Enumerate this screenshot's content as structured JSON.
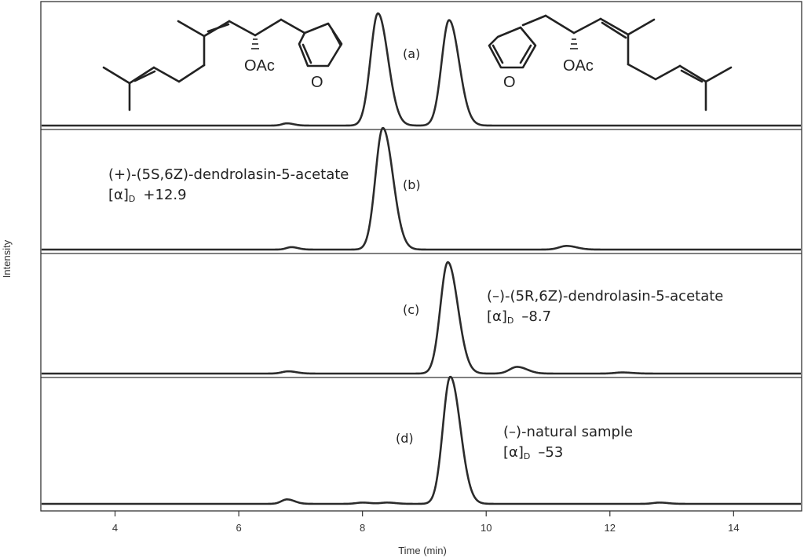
{
  "chart_data": {
    "type": "line",
    "xlabel": "Time (min)",
    "ylabel": "Intensity",
    "xlim": [
      2.8,
      15.1
    ],
    "xticks": [
      4,
      6,
      8,
      10,
      12,
      14
    ],
    "grid": false,
    "panels": [
      {
        "label": "(a)",
        "peaks": [
          {
            "rt": 8.25,
            "height": 1.0,
            "width": 0.12
          },
          {
            "rt": 9.4,
            "height": 0.94,
            "width": 0.12
          },
          {
            "rt": 6.78,
            "height": 0.02,
            "width": 0.08
          }
        ],
        "structure_labels": [
          "OAc",
          "O",
          "OAc",
          "O"
        ]
      },
      {
        "label": "(b)",
        "compound": "(+)-(5S,6Z)-dendrolasin-5-acetate",
        "rotation_symbol": "[α]",
        "rotation_sub": "D",
        "rotation_value": "+12.9",
        "peaks": [
          {
            "rt": 8.33,
            "height": 1.0,
            "width": 0.12
          },
          {
            "rt": 6.85,
            "height": 0.02,
            "width": 0.08
          },
          {
            "rt": 11.3,
            "height": 0.03,
            "width": 0.12
          }
        ]
      },
      {
        "label": "(c)",
        "compound": "(–)-(5R,6Z)-dendrolasin-5-acetate",
        "rotation_symbol": "[α]",
        "rotation_sub": "D",
        "rotation_value": "–8.7",
        "peaks": [
          {
            "rt": 9.38,
            "height": 1.0,
            "width": 0.12
          },
          {
            "rt": 10.5,
            "height": 0.06,
            "width": 0.12
          },
          {
            "rt": 6.8,
            "height": 0.02,
            "width": 0.1
          },
          {
            "rt": 12.2,
            "height": 0.01,
            "width": 0.12
          }
        ]
      },
      {
        "label": "(d)",
        "compound": "(–)-natural sample",
        "rotation_symbol": "[α]",
        "rotation_sub": "D",
        "rotation_value": "–53",
        "peaks": [
          {
            "rt": 9.42,
            "height": 1.0,
            "width": 0.12
          },
          {
            "rt": 6.78,
            "height": 0.035,
            "width": 0.09
          },
          {
            "rt": 8.0,
            "height": 0.01,
            "width": 0.1
          },
          {
            "rt": 8.4,
            "height": 0.01,
            "width": 0.1
          },
          {
            "rt": 12.8,
            "height": 0.01,
            "width": 0.1
          }
        ]
      }
    ]
  },
  "colors": {
    "trace": "#2b2b2b",
    "axis": "#333333"
  }
}
